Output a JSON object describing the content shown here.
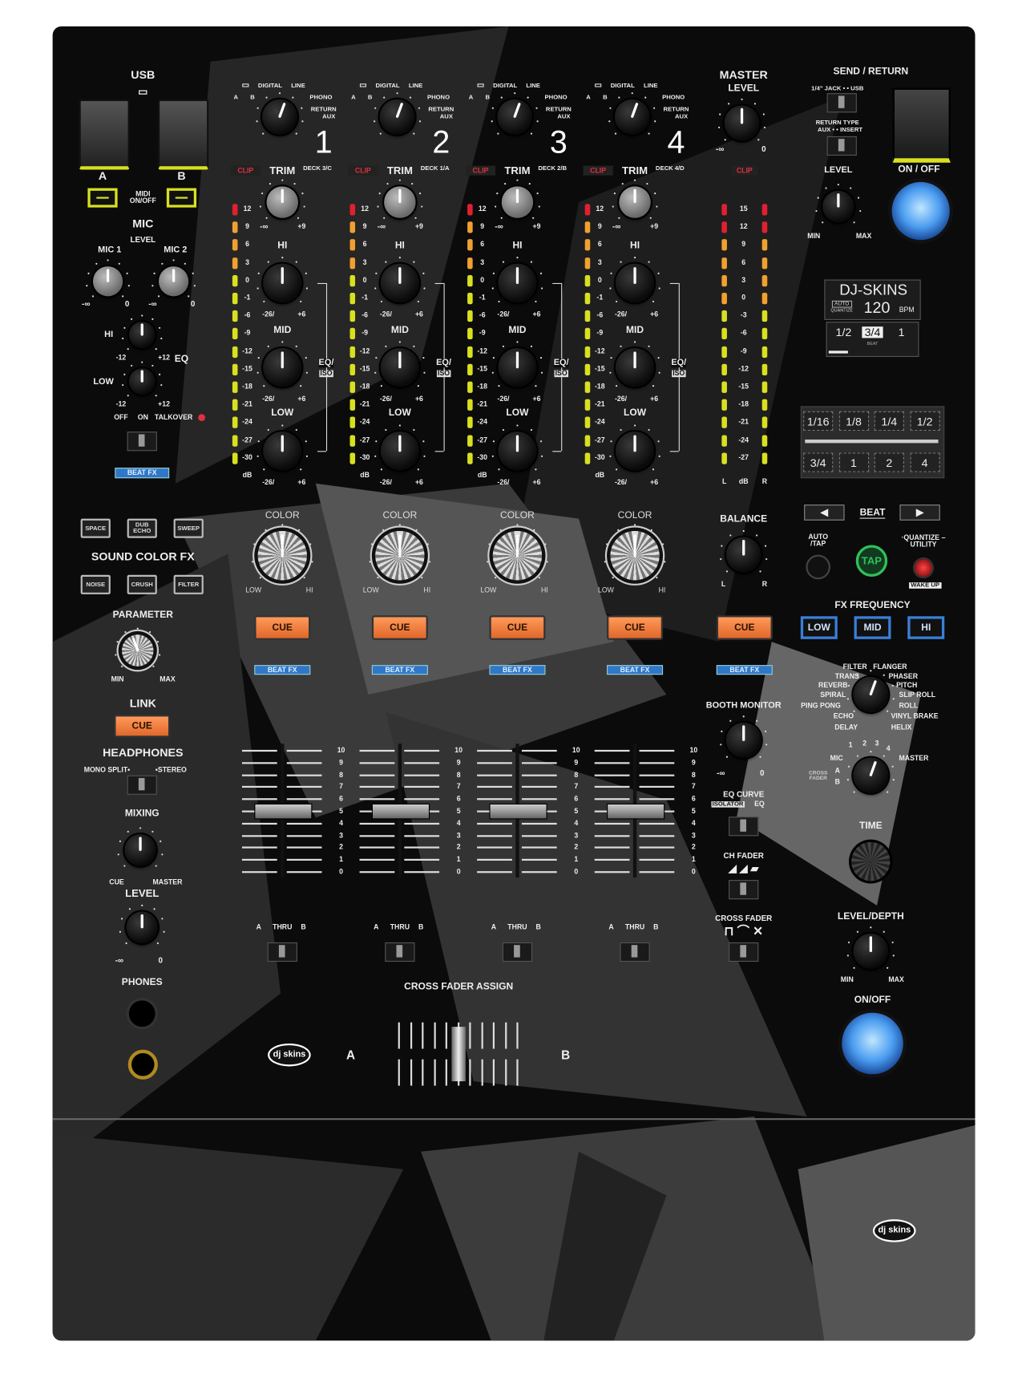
{
  "usb": {
    "label": "USB",
    "deck_a": "A",
    "deck_b": "B",
    "midi": "MIDI ON/OFF"
  },
  "mic": {
    "title": "MIC",
    "level": "LEVEL",
    "mic1": "MIC 1",
    "mic2": "MIC 2",
    "minus_inf": "-∞",
    "zero": "0",
    "hi": "HI",
    "low": "LOW",
    "minus12": "-12",
    "plus12": "+12",
    "eq": "EQ",
    "off": "OFF",
    "on": "ON",
    "talkover": "TALKOVER",
    "beat_fx": "BEAT FX"
  },
  "sound_color_fx": {
    "title": "SOUND COLOR FX",
    "buttons": [
      "SPACE",
      "DUB ECHO",
      "SWEEP",
      "NOISE",
      "CRUSH",
      "FILTER"
    ],
    "parameter": "PARAMETER",
    "min": "MIN",
    "max": "MAX"
  },
  "headphones": {
    "link": "LINK",
    "cue": "CUE",
    "title": "HEADPHONES",
    "mono_split": "MONO SPLIT•",
    "stereo": "•STEREO",
    "mixing": "MIXING",
    "cue_label": "CUE",
    "master": "MASTER",
    "level": "LEVEL",
    "minus_inf": "-∞",
    "zero": "0",
    "phones": "PHONES"
  },
  "channels": [
    {
      "number": "1",
      "deck": "DECK 3/C"
    },
    {
      "number": "2",
      "deck": "DECK 1/A"
    },
    {
      "number": "3",
      "deck": "DECK 2/B"
    },
    {
      "number": "4",
      "deck": "DECK 4/D"
    }
  ],
  "channel_common": {
    "input_a": "A",
    "input_b": "B",
    "digital": "DIGITAL",
    "line": "LINE",
    "phono": "PHONO",
    "return": "RETURN",
    "aux": "AUX",
    "clip": "CLIP",
    "trim": "TRIM",
    "trim_min": "-∞",
    "trim_max": "+9",
    "hi": "HI",
    "mid": "MID",
    "low": "LOW",
    "eq_min": "-26/",
    "eq_max": "+6",
    "eq": "EQ/",
    "iso": "ISO",
    "meter_scale": [
      "12",
      "9",
      "6",
      "3",
      "0",
      "-1",
      "-6",
      "-9",
      "-12",
      "-15",
      "-18",
      "-21",
      "-24",
      "-27",
      "-30",
      "dB"
    ],
    "color": "COLOR",
    "color_low": "LOW",
    "color_hi": "HI",
    "cue": "CUE",
    "beat_fx": "BEAT FX",
    "fader_scale": [
      "10",
      "9",
      "8",
      "7",
      "6",
      "5",
      "4",
      "3",
      "2",
      "1",
      "0"
    ],
    "xf_a": "A",
    "thru": "THRU",
    "xf_b": "B"
  },
  "master": {
    "title": "MASTER",
    "level": "LEVEL",
    "minus_inf": "-∞",
    "zero": "0",
    "clip": "CLIP",
    "meter_scale": [
      "15",
      "12",
      "9",
      "6",
      "3",
      "0",
      "-3",
      "-6",
      "-9",
      "-12",
      "-15",
      "-18",
      "-21",
      "-24",
      "-27"
    ],
    "meter_l": "L",
    "meter_db": "dB",
    "meter_r": "R",
    "balance": "BALANCE",
    "bal_l": "L",
    "bal_r": "R",
    "cue": "CUE",
    "beat_fx": "BEAT FX",
    "booth_monitor": "BOOTH MONITOR",
    "booth_min": "-∞",
    "booth_max": "0",
    "eq_curve": "EQ CURVE",
    "isolator": "ISOLATOR",
    "eq": "EQ",
    "ch_fader": "CH FADER",
    "cross_fader": "CROSS FADER"
  },
  "send_return": {
    "title": "SEND / RETURN",
    "jack": "1/4\" JACK • • USB",
    "return_type": "RETURN TYPE",
    "aux_insert": "AUX • • INSERT",
    "level": "LEVEL",
    "min": "MIN",
    "max": "MAX",
    "on_off": "ON / OFF"
  },
  "display": {
    "brand": "DJ-SKINS",
    "auto": "AUTO",
    "quantize": "QUANTIZE",
    "bpm": "120",
    "bpm_unit": "BPM",
    "beats": [
      "1/2",
      "3/4",
      "1"
    ],
    "selected_beat": "3/4",
    "beat_label": "BEAT"
  },
  "beat_grid": [
    "1/16",
    "1/8",
    "1/4",
    "1/2",
    "3/4",
    "1",
    "2",
    "4"
  ],
  "beat_nav": {
    "left": "◀",
    "label": "BEAT",
    "right": "▶"
  },
  "tap": {
    "auto_tap": "AUTO /TAP",
    "tap": "TAP",
    "quantize_utility": "·QUANTIZE – UTILITY",
    "wake_up": "WAKE UP"
  },
  "fx_frequency": {
    "title": "FX FREQUENCY",
    "buttons": [
      "LOW",
      "MID",
      "HI"
    ]
  },
  "fx_types_left": [
    "FILTER",
    "TRANS",
    "REVERB",
    "SPIRAL",
    "PING PONG",
    "ECHO",
    "DELAY"
  ],
  "fx_types_right": [
    "FLANGER",
    "PHASER",
    "PITCH",
    "SLIP ROLL",
    "ROLL",
    "VINYL BRAKE",
    "HELIX"
  ],
  "fx_channel": {
    "mic": "MIC",
    "n1": "1",
    "n2": "2",
    "n3": "3",
    "n4": "4",
    "master": "MASTER",
    "a": "A",
    "b": "B",
    "cross_fader": "CROSS FADER"
  },
  "beat_fx": {
    "time": "TIME",
    "level_depth": "LEVEL/DEPTH",
    "min": "MIN",
    "max": "MAX",
    "on_off": "ON/OFF"
  },
  "cross_fader_assign": {
    "title": "CROSS FADER ASSIGN",
    "a": "A",
    "b": "B"
  },
  "logo": "dj skins",
  "colors": {
    "body": "#0b0b0b",
    "cue": "#f0803c",
    "beat_fx": "#2f78c8",
    "on_button": "#4a9cf0",
    "tap": "#2fc05a",
    "clip": "#e03040",
    "meter_red": "#e02030",
    "meter_orange": "#f0a030",
    "meter_yellow": "#d8e020",
    "midi": "#d8e020"
  }
}
